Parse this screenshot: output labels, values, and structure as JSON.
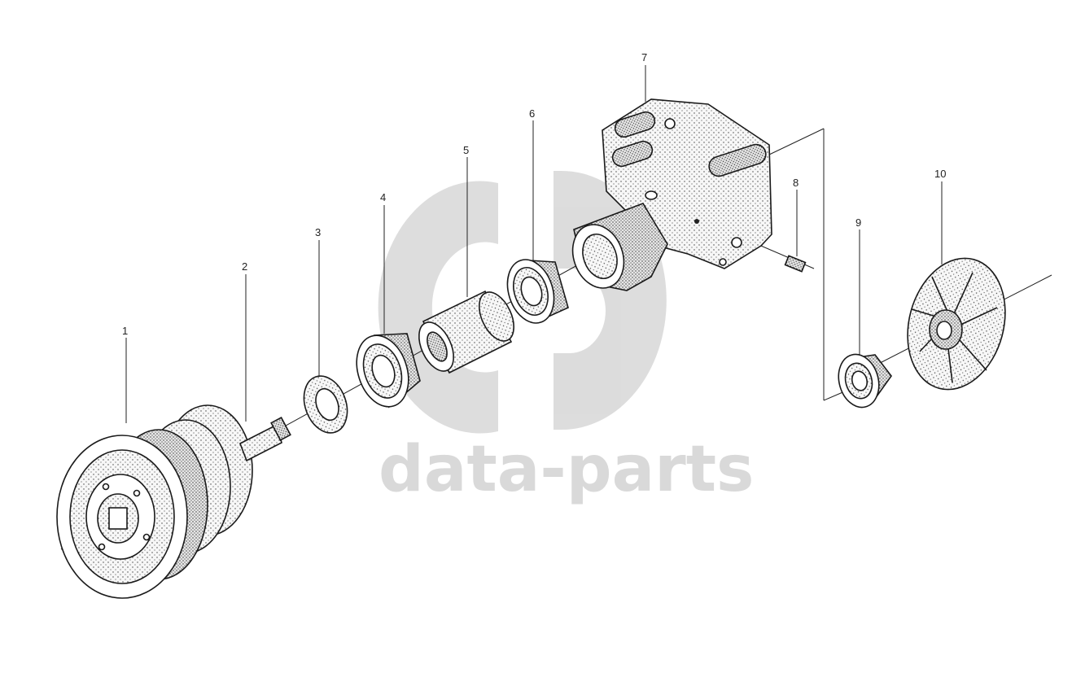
{
  "diagram": {
    "parts": [
      {
        "id": "pulley",
        "label": "1"
      },
      {
        "id": "shaft",
        "label": "2"
      },
      {
        "id": "washer",
        "label": "3"
      },
      {
        "id": "bearing-front",
        "label": "4"
      },
      {
        "id": "spacer",
        "label": "5"
      },
      {
        "id": "bearing-rear",
        "label": "6"
      },
      {
        "id": "housing",
        "label": "7"
      },
      {
        "id": "screw",
        "label": "8"
      },
      {
        "id": "seal",
        "label": "9"
      },
      {
        "id": "impeller",
        "label": "10"
      }
    ]
  },
  "watermark": {
    "text": "data-parts",
    "logo_color": "#d9d9d9"
  }
}
